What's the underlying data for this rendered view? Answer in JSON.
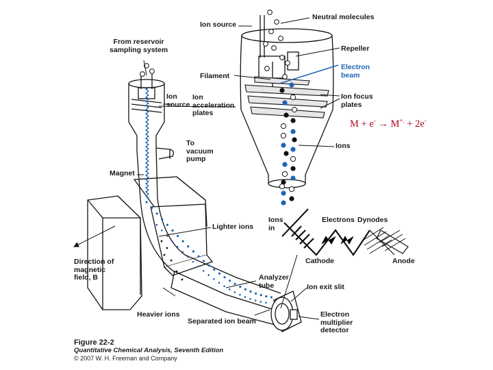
{
  "labels": {
    "neutral_molecules": "Neutral molecules",
    "ion_source_top": "Ion source",
    "from_reservoir": "From reservoir\nsampling system",
    "repeller": "Repeller",
    "electron_beam": "Electron\nbeam",
    "filament": "Filament",
    "ion_source_left": "Ion\nsource",
    "ion_acceleration": "Ion\nacceleration\nplates",
    "ion_focus": "Ion focus\nplates",
    "to_vacuum": "To\nvacuum\npump",
    "ions": "Ions",
    "magnet": "Magnet",
    "ions_in": "Ions\nin",
    "electrons": "Electrons",
    "dynodes": "Dynodes",
    "lighter_ions": "Lighter ions",
    "direction_field": "Direction of\nmagnetic\nfield, B",
    "cathode": "Cathode",
    "anode": "Anode",
    "analyzer_tube": "Analyzer\ntube",
    "ion_exit_slit": "Ion exit slit",
    "heavier_ions": "Heavier ions",
    "separated_beam": "Separated ion beam",
    "electron_multiplier": "Electron\nmultiplier\ndetector"
  },
  "equation": {
    "m": "M + e",
    "minus1": "-",
    "arrow": "→",
    "mplus": "M",
    "radical_cation": "+.",
    "plus_two": " + 2e",
    "minus2": "-"
  },
  "caption": {
    "figure": "Figure 22-2",
    "book": "Quantitative Chemical Analysis, Seventh Edition",
    "copyright": "© 2007 W. H. Freeman and Company"
  },
  "colors": {
    "ion_blue": "#1f64b4",
    "ion_black": "#111111",
    "equation_red": "#b3001b"
  }
}
